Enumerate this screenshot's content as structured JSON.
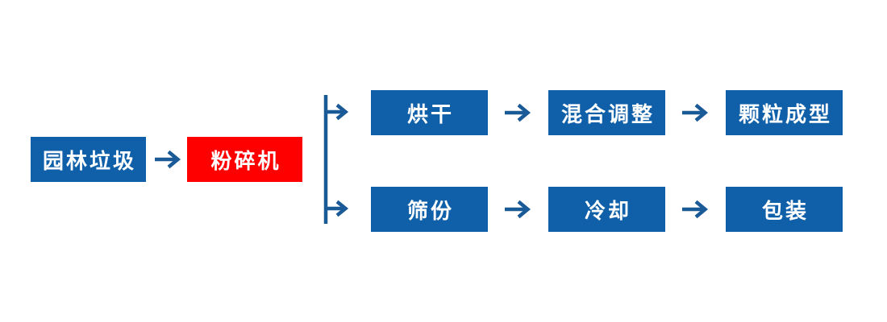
{
  "colors": {
    "node_blue": "#0f5fa9",
    "node_red": "#fe0000",
    "connector_blue": "#1a5a96",
    "node_text": "#ffffff",
    "background": "#ffffff"
  },
  "flow": {
    "source_label": "园林垃圾",
    "crusher_label": "粉碎机",
    "top_row": [
      "烘干",
      "混合调整",
      "颗粒成型"
    ],
    "bottom_row": [
      "筛份",
      "冷却",
      "包装"
    ]
  }
}
